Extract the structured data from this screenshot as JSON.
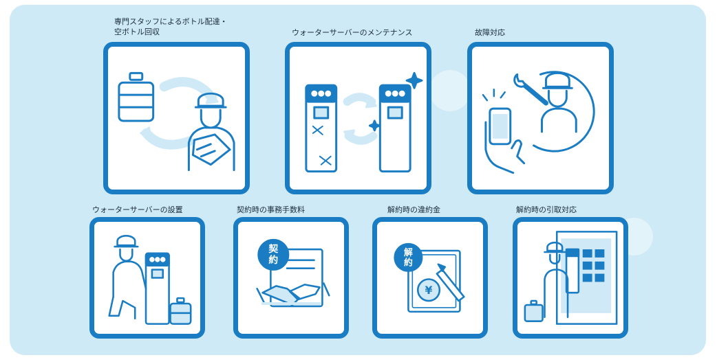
{
  "services": [
    {
      "id": "bottle-delivery",
      "title_line1": "専門スタッフによるボトル配達・",
      "title_line2": "空ボトル回収",
      "icon": "bottle-delivery-icon"
    },
    {
      "id": "maintenance",
      "title_line1": "ウォーターサーバーのメンテナンス",
      "title_line2": "",
      "icon": "server-maintenance-icon"
    },
    {
      "id": "repair",
      "title_line1": "故障対応",
      "title_line2": "",
      "icon": "repair-support-icon"
    },
    {
      "id": "installation",
      "title_line1": "ウォーターサーバーの設置",
      "title_line2": "",
      "icon": "server-installation-icon"
    },
    {
      "id": "contract-fee",
      "title_line1": "契約時の事務手数料",
      "title_line2": "",
      "icon": "contract-fee-icon",
      "stamp": "契約"
    },
    {
      "id": "cancellation-fee",
      "title_line1": "解約時の違約金",
      "title_line2": "",
      "icon": "cancellation-penalty-icon",
      "stamp": "解約",
      "currency": "¥"
    },
    {
      "id": "removal",
      "title_line1": "解約時の引取対応",
      "title_line2": "",
      "icon": "removal-pickup-icon"
    }
  ],
  "colors": {
    "accent": "#1a7dc4",
    "panel": "#cdeaf6",
    "line": "#1a7dc4",
    "fill": "#cfe9f7"
  }
}
